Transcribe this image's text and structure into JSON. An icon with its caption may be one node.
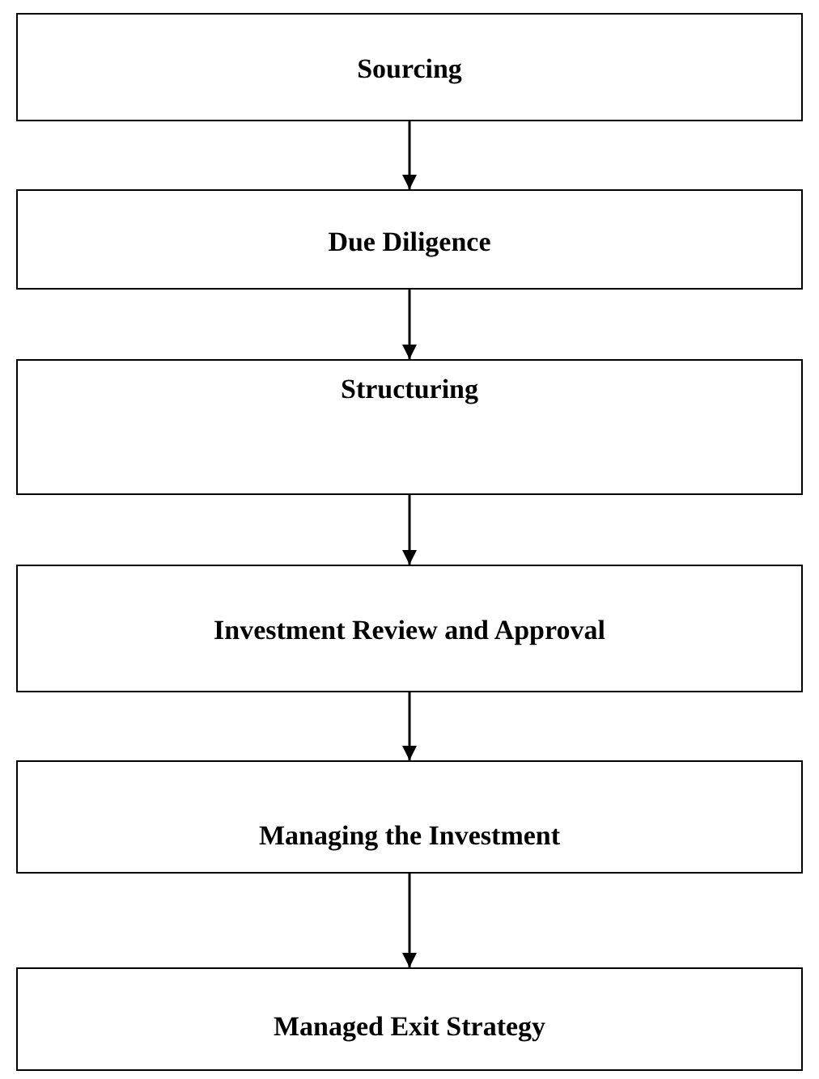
{
  "diagram": {
    "nodes": [
      {
        "text": [
          "Sourcing"
        ]
      },
      {
        "text": [
          "Due Diligence"
        ]
      },
      {
        "text": [
          "Structuring"
        ]
      },
      {
        "text": [
          "Investment Review and Approval"
        ]
      },
      {
        "text": [
          "Managing the Investment"
        ]
      },
      {
        "text": [
          "Managed Exit Strategy"
        ]
      }
    ],
    "edges": [
      {
        "from": 0,
        "to": 1,
        "arrow": "to"
      },
      {
        "from": 1,
        "to": 2,
        "arrow": "to"
      },
      {
        "from": 2,
        "to": 3,
        "arrow": "to"
      },
      {
        "from": 3,
        "to": 4,
        "arrow": "to"
      },
      {
        "from": 4,
        "to": 5,
        "arrow": "to"
      }
    ]
  }
}
